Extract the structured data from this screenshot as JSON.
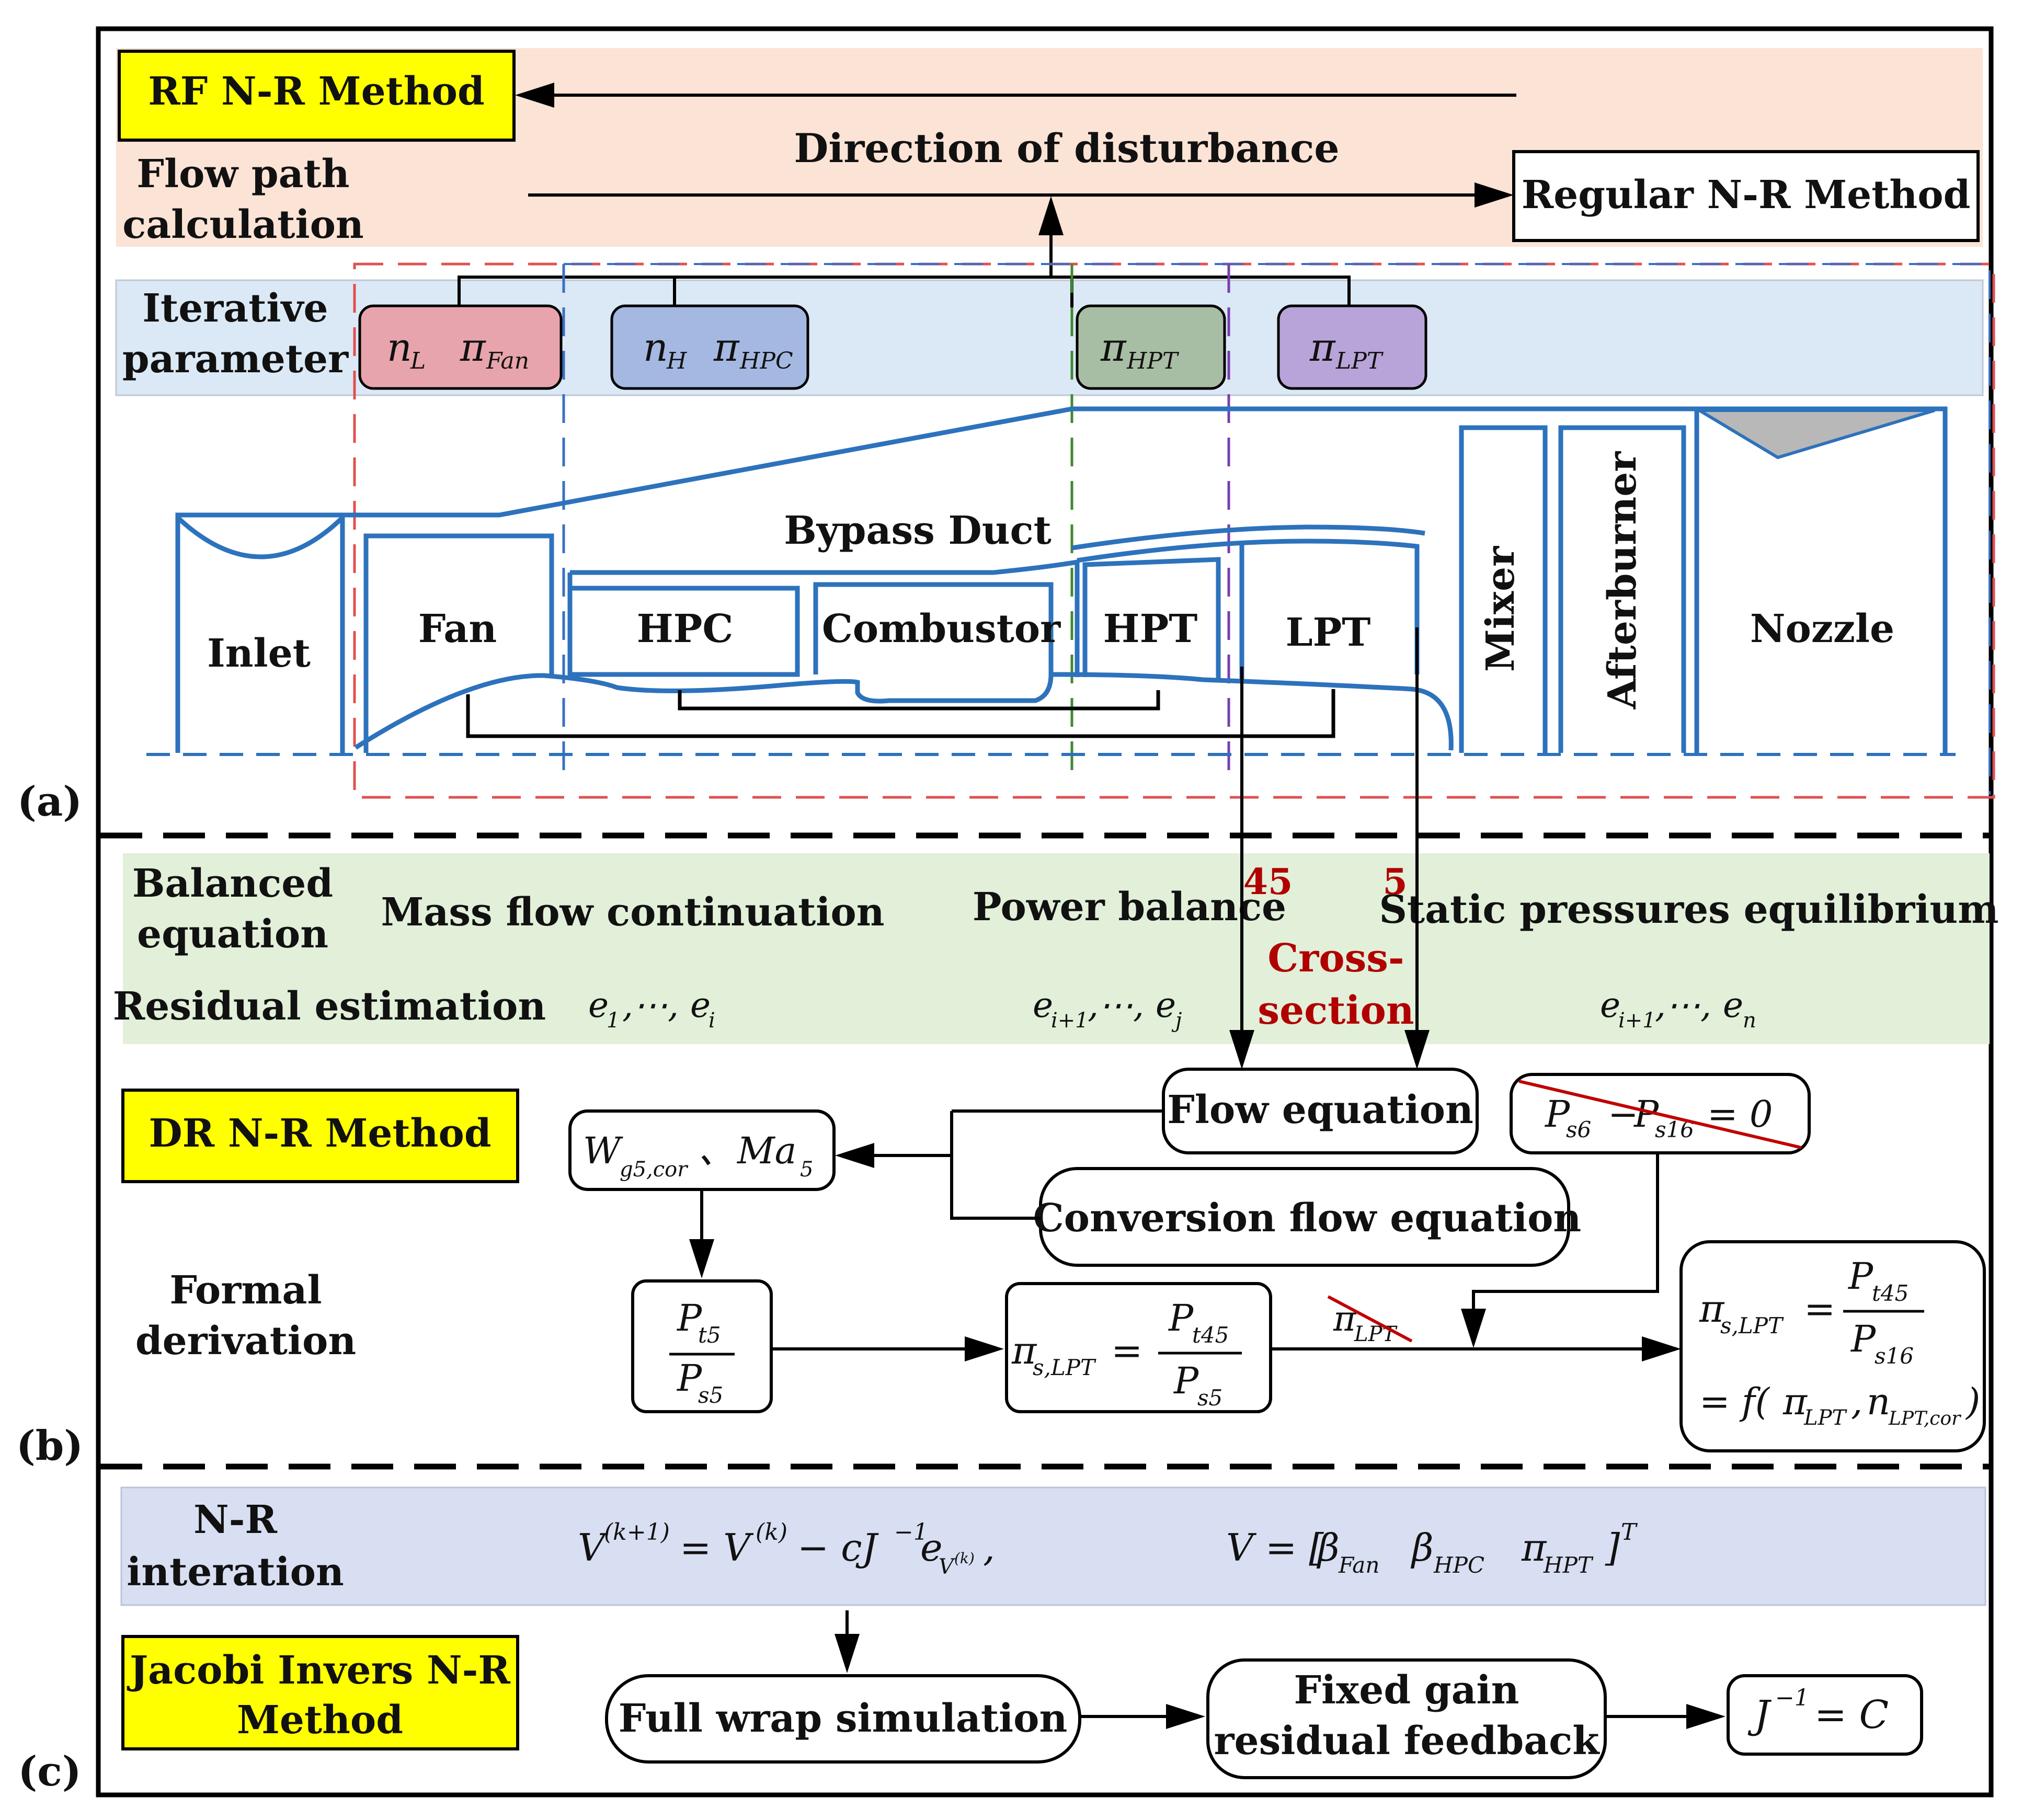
{
  "panel_labels": {
    "a": "(a)",
    "b": "(b)",
    "c": "(c)"
  },
  "panel_a": {
    "rf_method": "RF N-R Method",
    "flow_path_1": "Flow path",
    "flow_path_2": "calculation",
    "direction": "Direction of disturbance",
    "regular_method": "Regular N-R Method",
    "iter_1": "Iterative",
    "iter_2": "parameter",
    "params": {
      "fan": {
        "v1": "n",
        "s1": "L",
        "v2": "π",
        "s2": "Fan"
      },
      "hpc": {
        "v1": "n",
        "s1": "H",
        "v2": "π",
        "s2": "HPC"
      },
      "hpt": {
        "v": "π",
        "s": "HPT"
      },
      "lpt": {
        "v": "π",
        "s": "LPT"
      }
    },
    "components": {
      "inlet": "Inlet",
      "fan": "Fan",
      "bypass": "Bypass Duct",
      "hpc": "HPC",
      "combustor": "Combustor",
      "hpt": "HPT",
      "lpt": "LPT",
      "mixer": "Mixer",
      "afterburner": "Afterburner",
      "nozzle": "Nozzle"
    },
    "colors": {
      "fan": "#e8a4ac",
      "hpc": "#a4b8e2",
      "hpt": "#a8bea4",
      "lpt": "#b8a4d8",
      "engine": "#2d72bc",
      "flow_band": "#fbe3d6",
      "iter_band": "#dbe8f5"
    }
  },
  "panel_b": {
    "balanced_1": "Balanced",
    "balanced_2": "equation",
    "mass_flow": "Mass flow continuation",
    "power_balance": "Power balance",
    "static_pressures": "Static pressures equilibrium",
    "section_45": "45",
    "section_5": "5",
    "cross_1": "Cross-",
    "cross_2": "section",
    "residual": "Residual estimation",
    "e_group1": {
      "a": "e",
      "a_sub": "1",
      "mid": ",⋯,",
      "b": "e",
      "b_sub": "i"
    },
    "e_group2": {
      "a": "e",
      "a_sub": "i+1",
      "mid": ",⋯,",
      "b": "e",
      "b_sub": "j"
    },
    "e_group3": {
      "a": "e",
      "a_sub": "i+1",
      "mid": ",⋯,",
      "b": "e",
      "b_sub": "n"
    },
    "dr_method": "DR N-R Method",
    "flow_equation": "Flow equation",
    "conversion_flow": "Conversion flow equation",
    "formal_1": "Formal",
    "formal_2": "derivation",
    "ps_eq": {
      "p1": "P",
      "s1": "s6",
      "minus": "−",
      "p2": "P",
      "s2": "s16",
      "rhs": "= 0"
    },
    "wg_box": {
      "w": "W",
      "w_sub": "g5,cor",
      "sep": "、",
      "ma": "Ma",
      "ma_sub": "5"
    },
    "ratio_box": {
      "num": "P",
      "num_sub": "t5",
      "den": "P",
      "den_sub": "s5"
    },
    "pi_s_box": {
      "pi": "π",
      "pi_sub": "s,LPT",
      "eq": "=",
      "num": "P",
      "num_sub": "t45",
      "den": "P",
      "den_sub": "s5"
    },
    "pi_lpt_struck": {
      "pi": "π",
      "sub": "LPT"
    },
    "final_box": {
      "pi": "π",
      "pi_sub": "s,LPT",
      "eq": "=",
      "num": "P",
      "num_sub": "t45",
      "den": "P",
      "den_sub": "s16",
      "f_prefix": "= f(",
      "pi2": "π",
      "pi2_sub": "LPT",
      "comma": ",",
      "n": "n",
      "n_sub": "LPT,cor",
      "close": ")"
    }
  },
  "panel_c": {
    "nr_1": "N-R",
    "nr_2": "interation",
    "update_eq": {
      "lhs": "V",
      "lhs_sup": "(k+1)",
      "eq": "= V",
      "sup2": "(k)",
      "minus": "− cJ",
      "inv": "−1",
      "e": "e",
      "e_sub": "V",
      "e_sub_sup": "(k)",
      "tail": ","
    },
    "v_def": {
      "lhs": "V",
      "eq": "= [",
      "b1": "β",
      "b1_sub": "Fan",
      "b2": "β",
      "b2_sub": "HPC",
      "p3": "π",
      "p3_sub": "HPT",
      "close": "]",
      "sup": "T"
    },
    "jacobi_1": "Jacobi Invers N-R",
    "jacobi_2": "Method",
    "full_wrap": "Full wrap simulation",
    "fixed_1": "Fixed gain",
    "fixed_2": "residual feedback",
    "jc": {
      "j": "J",
      "sup": "−1",
      "eq": "= C"
    }
  },
  "colors": {
    "yellow": "#ffff00",
    "green_band": "#e2efd9",
    "blue_band": "#d9dff2",
    "red_text": "#b00000",
    "engine_blue": "#2d72bc"
  }
}
